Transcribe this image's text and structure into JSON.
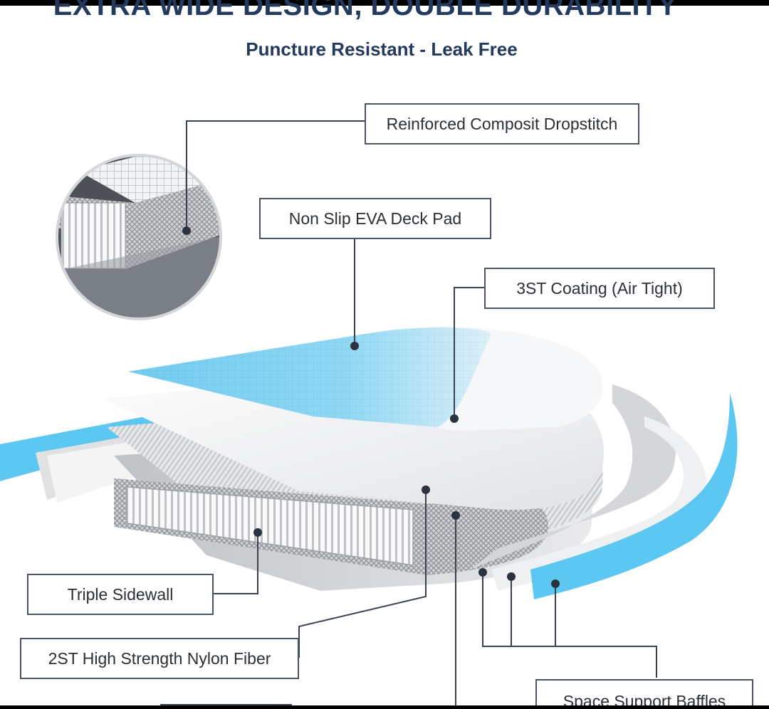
{
  "header": {
    "title": "EXTRA WIDE DESIGN, DOUBLE DURABILITY",
    "subtitle": "Puncture Resistant - Leak Free"
  },
  "labels": {
    "dropstitch": "Reinforced Composit Dropstitch",
    "deck_pad": "Non Slip EVA Deck Pad",
    "coating": "3ST Coating (Air Tight)",
    "sidewall": "Triple Sidewall",
    "nylon": "2ST High Strength Nylon Fiber",
    "baffles": "Space Support Baffles"
  },
  "colors": {
    "headline": "#233a5e",
    "eva_blue": "#6fcdf2",
    "label_border": "#4a5462",
    "leader_line": "#3a4150"
  }
}
